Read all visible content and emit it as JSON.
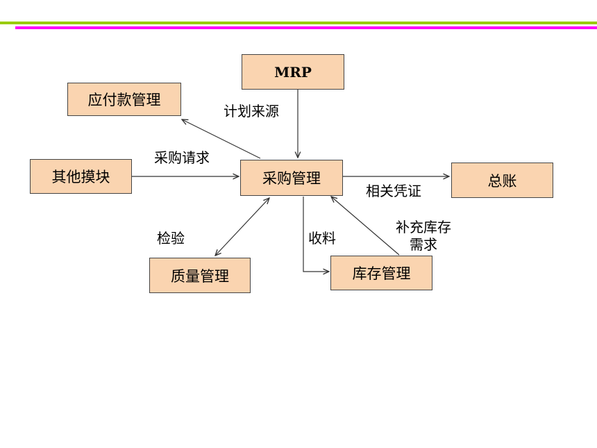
{
  "colors": {
    "top_rule": "#99cc00",
    "second_rule": "#ff00ff",
    "box_fill": "#fad4b0",
    "box_border": "#444444",
    "arrow": "#333333"
  },
  "nodes": {
    "mrp": "MRP",
    "payables": "应付款管理",
    "other_modules": "其他摸块",
    "purchasing": "采购管理",
    "general_ledger": "总账",
    "quality": "质量管理",
    "inventory": "库存管理"
  },
  "edge_labels": {
    "plan_source": "计划来源",
    "purchase_request": "采购请求",
    "related_vouchers": "相关凭证",
    "inspection": "检验",
    "receiving": "收料",
    "replenish_line1": "补充库存",
    "replenish_line2": "需求"
  }
}
